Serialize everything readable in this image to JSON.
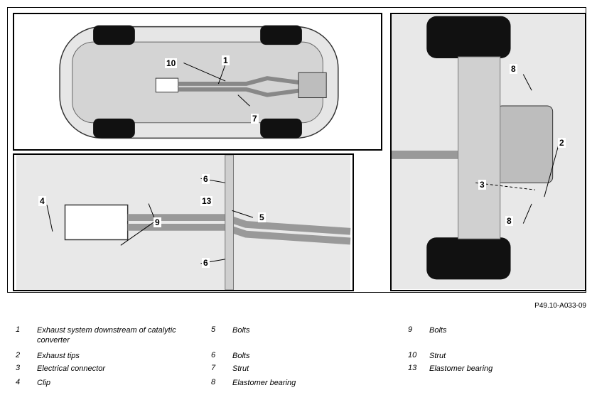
{
  "figure_id": "P49.10-A033-09",
  "callouts": {
    "top": [
      "10",
      "1",
      "7"
    ],
    "bottom_left": [
      "6",
      "13",
      "5",
      "4",
      "9",
      "6"
    ],
    "bottom_right": [
      "8",
      "2",
      "3",
      "8"
    ]
  },
  "legend": [
    {
      "num": "1",
      "text": "Exhaust system downstream of catalytic converter"
    },
    {
      "num": "2",
      "text": "Exhaust tips"
    },
    {
      "num": "3",
      "text": "Electrical connector"
    },
    {
      "num": "4",
      "text": "Clip"
    },
    {
      "num": "5",
      "text": "Bolts"
    },
    {
      "num": "6",
      "text": "Bolts"
    },
    {
      "num": "7",
      "text": "Strut"
    },
    {
      "num": "8",
      "text": "Elastomer bearing"
    },
    {
      "num": "9",
      "text": "Bolts"
    },
    {
      "num": "10",
      "text": "Strut"
    },
    {
      "num": "13",
      "text": "Elastomer bearing"
    }
  ]
}
